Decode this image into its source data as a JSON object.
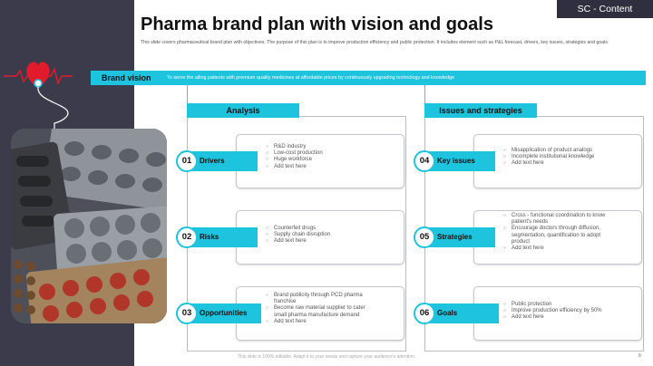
{
  "header": {
    "title": "Pharma brand plan with vision and goals",
    "subtitle": "This slide covers pharmaceutical brand plan with objectives. The purpose of this plan is to improve production efficiency and public protection. It includes element such as P&L forecast, drivers, key issues, strategies and goals.",
    "tag": "SC - Content"
  },
  "vision": {
    "label": "Brand vision",
    "text": "To serve the ailing patients with premium quality medicines at affordable prices by continuously upgrading technology and knowledge"
  },
  "analysis": {
    "heading": "Analysis",
    "items": [
      {
        "num": "01",
        "label": "Drivers",
        "points": [
          "R&D industry",
          "Low-cost production",
          "Huge workforce",
          "Add text here"
        ]
      },
      {
        "num": "02",
        "label": "Risks",
        "points": [
          "Counterfeit drugs",
          "Supply chain disruption",
          "Add text here"
        ]
      },
      {
        "num": "03",
        "label": "Opportunities",
        "points": [
          "Brand publicity through PCD pharma franchise",
          "Become raw material supplier to cater small pharma manufacture demand",
          "Add text here"
        ]
      }
    ]
  },
  "issues": {
    "heading": "Issues and strategies",
    "items": [
      {
        "num": "04",
        "label": "Key issues",
        "points": [
          "Misapplication of product analogs",
          "Incomplete institutional knowledge",
          "Add text here"
        ]
      },
      {
        "num": "05",
        "label": "Strategies",
        "points": [
          "Cross - functional coordination to know patient's needs",
          "Encourage doctors through diffusion, segmentation, quantification to adopt product",
          "Add text here"
        ]
      },
      {
        "num": "06",
        "label": "Goals",
        "points": [
          "Public protection",
          "Improve production efficiency by 50%",
          "Add text here"
        ]
      }
    ]
  },
  "footer": {
    "text": "This slide is 100% editable. Adapt it to your needs and capture your audience's attention.",
    "page": "8"
  },
  "colors": {
    "accent": "#1ec3dd",
    "panel": "#3b3b4b",
    "heart": "#e21b2c"
  },
  "icons": {
    "heart": "heart-pulse-icon"
  }
}
